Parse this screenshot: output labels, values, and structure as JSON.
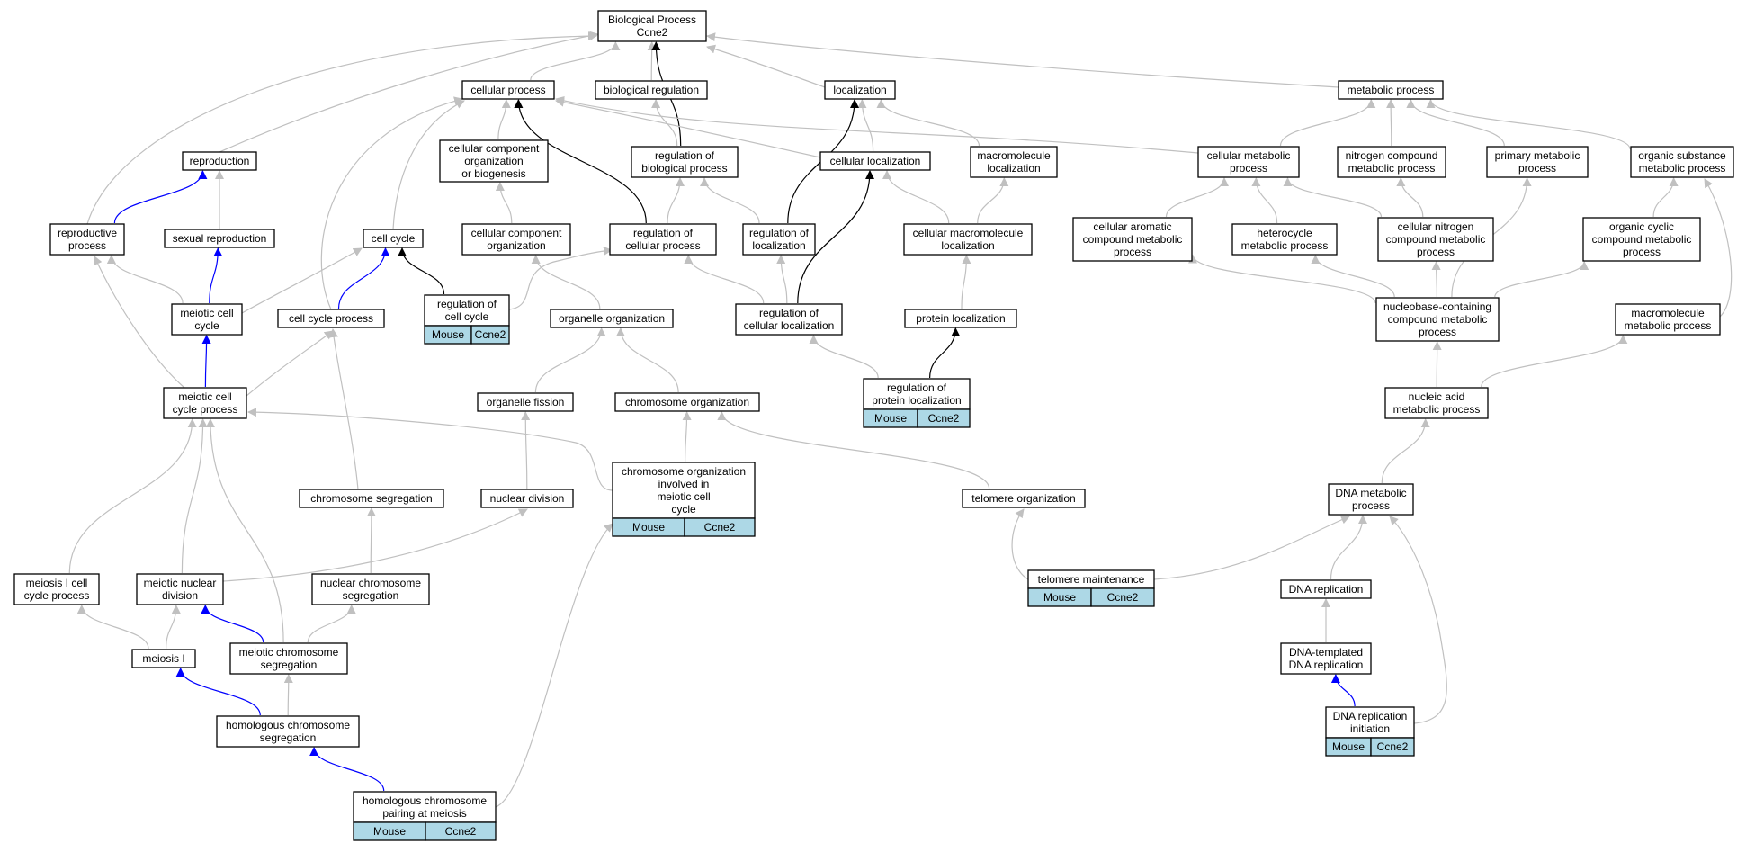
{
  "colors": {
    "edge_is_a": "#c0c0c0",
    "edge_part_of": "#0000ff",
    "edge_regulates": "#000000",
    "annotation_fill": "#add8e6",
    "node_fill": "#ffffff"
  },
  "nodes": [
    {
      "id": "bp",
      "lines": [
        "Biological Process",
        "Ccne2"
      ]
    },
    {
      "id": "cp",
      "lines": [
        "cellular process"
      ]
    },
    {
      "id": "breg",
      "lines": [
        "biological regulation"
      ]
    },
    {
      "id": "loc",
      "lines": [
        "localization"
      ]
    },
    {
      "id": "mp",
      "lines": [
        "metabolic process"
      ]
    },
    {
      "id": "repro",
      "lines": [
        "reproduction"
      ]
    },
    {
      "id": "ccob",
      "lines": [
        "cellular component",
        "organization",
        "or biogenesis"
      ]
    },
    {
      "id": "rbp",
      "lines": [
        "regulation of",
        "biological process"
      ]
    },
    {
      "id": "cloc",
      "lines": [
        "cellular localization"
      ]
    },
    {
      "id": "mloc",
      "lines": [
        "macromolecule",
        "localization"
      ]
    },
    {
      "id": "cmp",
      "lines": [
        "cellular metabolic",
        "process"
      ]
    },
    {
      "id": "ncmp",
      "lines": [
        "nitrogen compound",
        "metabolic process"
      ]
    },
    {
      "id": "pmp",
      "lines": [
        "primary metabolic",
        "process"
      ]
    },
    {
      "id": "osmp",
      "lines": [
        "organic substance",
        "metabolic process"
      ]
    },
    {
      "id": "rp",
      "lines": [
        "reproductive",
        "process"
      ]
    },
    {
      "id": "sr",
      "lines": [
        "sexual reproduction"
      ]
    },
    {
      "id": "cc",
      "lines": [
        "cell cycle"
      ]
    },
    {
      "id": "cco",
      "lines": [
        "cellular component",
        "organization"
      ]
    },
    {
      "id": "rcp",
      "lines": [
        "regulation of",
        "cellular process"
      ]
    },
    {
      "id": "rloc",
      "lines": [
        "regulation of",
        "localization"
      ]
    },
    {
      "id": "cmloc",
      "lines": [
        "cellular macromolecule",
        "localization"
      ]
    },
    {
      "id": "cacmp",
      "lines": [
        "cellular aromatic",
        "compound metabolic",
        "process"
      ]
    },
    {
      "id": "hmp",
      "lines": [
        "heterocycle",
        "metabolic process"
      ]
    },
    {
      "id": "cncmp",
      "lines": [
        "cellular nitrogen",
        "compound metabolic",
        "process"
      ]
    },
    {
      "id": "occmp",
      "lines": [
        "organic cyclic",
        "compound metabolic",
        "process"
      ]
    },
    {
      "id": "mcc",
      "lines": [
        "meiotic cell",
        "cycle"
      ]
    },
    {
      "id": "ccp",
      "lines": [
        "cell cycle process"
      ]
    },
    {
      "id": "rcc",
      "lines": [
        "regulation of",
        "cell cycle"
      ],
      "tags": [
        "Mouse",
        "Ccne2"
      ]
    },
    {
      "id": "oo",
      "lines": [
        "organelle organization"
      ]
    },
    {
      "id": "rcloc",
      "lines": [
        "regulation of",
        "cellular localization"
      ]
    },
    {
      "id": "ploc",
      "lines": [
        "protein localization"
      ]
    },
    {
      "id": "nccmp",
      "lines": [
        "nucleobase-containing",
        "compound metabolic",
        "process"
      ]
    },
    {
      "id": "macmp",
      "lines": [
        "macromolecule",
        "metabolic process"
      ]
    },
    {
      "id": "mccp",
      "lines": [
        "meiotic cell",
        "cycle process"
      ]
    },
    {
      "id": "of",
      "lines": [
        "organelle fission"
      ]
    },
    {
      "id": "co",
      "lines": [
        "chromosome organization"
      ]
    },
    {
      "id": "rploc",
      "lines": [
        "regulation of",
        "protein localization"
      ],
      "tags": [
        "Mouse",
        "Ccne2"
      ]
    },
    {
      "id": "namp",
      "lines": [
        "nucleic acid",
        "metabolic process"
      ]
    },
    {
      "id": "coimcc",
      "lines": [
        "chromosome organization",
        "involved in",
        "meiotic cell",
        "cycle"
      ],
      "tags": [
        "Mouse",
        "Ccne2"
      ]
    },
    {
      "id": "cs",
      "lines": [
        "chromosome segregation"
      ]
    },
    {
      "id": "nd",
      "lines": [
        "nuclear division"
      ]
    },
    {
      "id": "to",
      "lines": [
        "telomere organization"
      ]
    },
    {
      "id": "dnamp",
      "lines": [
        "DNA metabolic",
        "process"
      ]
    },
    {
      "id": "m1ccp",
      "lines": [
        "meiosis I cell",
        "cycle process"
      ]
    },
    {
      "id": "mnd",
      "lines": [
        "meiotic nuclear",
        "division"
      ]
    },
    {
      "id": "ncs",
      "lines": [
        "nuclear chromosome",
        "segregation"
      ]
    },
    {
      "id": "tm",
      "lines": [
        "telomere maintenance"
      ],
      "tags": [
        "Mouse",
        "Ccne2"
      ]
    },
    {
      "id": "dnar",
      "lines": [
        "DNA replication"
      ]
    },
    {
      "id": "m1",
      "lines": [
        "meiosis I"
      ]
    },
    {
      "id": "mcs",
      "lines": [
        "meiotic chromosome",
        "segregation"
      ]
    },
    {
      "id": "dtdr",
      "lines": [
        "DNA-templated",
        "DNA replication"
      ]
    },
    {
      "id": "hcs",
      "lines": [
        "homologous chromosome",
        "segregation"
      ]
    },
    {
      "id": "dri",
      "lines": [
        "DNA replication",
        "initiation"
      ],
      "tags": [
        "Mouse",
        "Ccne2"
      ]
    },
    {
      "id": "hcpm",
      "lines": [
        "homologous chromosome",
        "pairing at meiosis"
      ],
      "tags": [
        "Mouse",
        "Ccne2"
      ]
    }
  ],
  "edges": [
    {
      "from": "cp",
      "to": "bp",
      "type": "is_a"
    },
    {
      "from": "breg",
      "to": "bp",
      "type": "is_a"
    },
    {
      "from": "loc",
      "to": "bp",
      "type": "is_a"
    },
    {
      "from": "mp",
      "to": "bp",
      "type": "is_a"
    },
    {
      "from": "repro",
      "to": "bp",
      "type": "is_a"
    },
    {
      "from": "rp",
      "to": "bp",
      "type": "is_a"
    },
    {
      "from": "rbp",
      "to": "bp",
      "type": "regulates"
    },
    {
      "from": "rbp",
      "to": "breg",
      "type": "is_a"
    },
    {
      "from": "ccob",
      "to": "cp",
      "type": "is_a"
    },
    {
      "from": "cloc",
      "to": "cp",
      "type": "is_a"
    },
    {
      "from": "cloc",
      "to": "loc",
      "type": "is_a"
    },
    {
      "from": "mloc",
      "to": "loc",
      "type": "is_a"
    },
    {
      "from": "cmp",
      "to": "cp",
      "type": "is_a"
    },
    {
      "from": "cmp",
      "to": "mp",
      "type": "is_a"
    },
    {
      "from": "ncmp",
      "to": "mp",
      "type": "is_a"
    },
    {
      "from": "pmp",
      "to": "mp",
      "type": "is_a"
    },
    {
      "from": "osmp",
      "to": "mp",
      "type": "is_a"
    },
    {
      "from": "sr",
      "to": "repro",
      "type": "is_a"
    },
    {
      "from": "rp",
      "to": "repro",
      "type": "part_of"
    },
    {
      "from": "cc",
      "to": "cp",
      "type": "is_a"
    },
    {
      "from": "cco",
      "to": "ccob",
      "type": "is_a"
    },
    {
      "from": "rcp",
      "to": "cp",
      "type": "regulates"
    },
    {
      "from": "rcp",
      "to": "rbp",
      "type": "is_a"
    },
    {
      "from": "rloc",
      "to": "loc",
      "type": "regulates"
    },
    {
      "from": "rloc",
      "to": "rbp",
      "type": "is_a"
    },
    {
      "from": "cmloc",
      "to": "cloc",
      "type": "is_a"
    },
    {
      "from": "cmloc",
      "to": "mloc",
      "type": "is_a"
    },
    {
      "from": "cacmp",
      "to": "cmp",
      "type": "is_a"
    },
    {
      "from": "hmp",
      "to": "cmp",
      "type": "is_a"
    },
    {
      "from": "cncmp",
      "to": "cmp",
      "type": "is_a"
    },
    {
      "from": "cncmp",
      "to": "ncmp",
      "type": "is_a"
    },
    {
      "from": "occmp",
      "to": "osmp",
      "type": "is_a"
    },
    {
      "from": "mcc",
      "to": "rp",
      "type": "is_a"
    },
    {
      "from": "mcc",
      "to": "sr",
      "type": "part_of"
    },
    {
      "from": "mcc",
      "to": "cc",
      "type": "is_a"
    },
    {
      "from": "ccp",
      "to": "cp",
      "type": "is_a"
    },
    {
      "from": "ccp",
      "to": "cc",
      "type": "part_of"
    },
    {
      "from": "rcc",
      "to": "cc",
      "type": "regulates"
    },
    {
      "from": "rcc",
      "to": "rcp",
      "type": "is_a"
    },
    {
      "from": "oo",
      "to": "cco",
      "type": "is_a"
    },
    {
      "from": "rcloc",
      "to": "cloc",
      "type": "regulates"
    },
    {
      "from": "rcloc",
      "to": "rcp",
      "type": "is_a"
    },
    {
      "from": "rcloc",
      "to": "rloc",
      "type": "is_a"
    },
    {
      "from": "ploc",
      "to": "cmloc",
      "type": "is_a"
    },
    {
      "from": "nccmp",
      "to": "cacmp",
      "type": "is_a"
    },
    {
      "from": "nccmp",
      "to": "hmp",
      "type": "is_a"
    },
    {
      "from": "nccmp",
      "to": "cncmp",
      "type": "is_a"
    },
    {
      "from": "nccmp",
      "to": "occmp",
      "type": "is_a"
    },
    {
      "from": "nccmp",
      "to": "pmp",
      "type": "is_a"
    },
    {
      "from": "macmp",
      "to": "osmp",
      "type": "is_a"
    },
    {
      "from": "mccp",
      "to": "rp",
      "type": "is_a"
    },
    {
      "from": "mccp",
      "to": "mcc",
      "type": "part_of"
    },
    {
      "from": "mccp",
      "to": "ccp",
      "type": "is_a"
    },
    {
      "from": "of",
      "to": "oo",
      "type": "is_a"
    },
    {
      "from": "co",
      "to": "oo",
      "type": "is_a"
    },
    {
      "from": "rploc",
      "to": "ploc",
      "type": "regulates"
    },
    {
      "from": "rploc",
      "to": "rcloc",
      "type": "is_a"
    },
    {
      "from": "namp",
      "to": "nccmp",
      "type": "is_a"
    },
    {
      "from": "namp",
      "to": "macmp",
      "type": "is_a"
    },
    {
      "from": "coimcc",
      "to": "co",
      "type": "is_a"
    },
    {
      "from": "coimcc",
      "to": "mccp",
      "type": "is_a"
    },
    {
      "from": "cs",
      "to": "ccp",
      "type": "is_a"
    },
    {
      "from": "nd",
      "to": "of",
      "type": "is_a"
    },
    {
      "from": "to",
      "to": "co",
      "type": "is_a"
    },
    {
      "from": "dnamp",
      "to": "namp",
      "type": "is_a"
    },
    {
      "from": "m1ccp",
      "to": "mccp",
      "type": "is_a"
    },
    {
      "from": "mnd",
      "to": "mccp",
      "type": "is_a"
    },
    {
      "from": "mnd",
      "to": "nd",
      "type": "is_a"
    },
    {
      "from": "ncs",
      "to": "cs",
      "type": "is_a"
    },
    {
      "from": "tm",
      "to": "to",
      "type": "is_a"
    },
    {
      "from": "tm",
      "to": "dnamp",
      "type": "is_a"
    },
    {
      "from": "dnar",
      "to": "dnamp",
      "type": "is_a"
    },
    {
      "from": "m1",
      "to": "m1ccp",
      "type": "is_a"
    },
    {
      "from": "m1",
      "to": "mnd",
      "type": "is_a"
    },
    {
      "from": "mcs",
      "to": "mccp",
      "type": "is_a"
    },
    {
      "from": "mcs",
      "to": "mnd",
      "type": "part_of"
    },
    {
      "from": "mcs",
      "to": "ncs",
      "type": "is_a"
    },
    {
      "from": "dtdr",
      "to": "dnar",
      "type": "is_a"
    },
    {
      "from": "hcs",
      "to": "m1",
      "type": "part_of"
    },
    {
      "from": "hcs",
      "to": "mcs",
      "type": "is_a"
    },
    {
      "from": "dri",
      "to": "dtdr",
      "type": "part_of"
    },
    {
      "from": "dri",
      "to": "dnamp",
      "type": "is_a"
    },
    {
      "from": "hcpm",
      "to": "hcs",
      "type": "part_of"
    },
    {
      "from": "hcpm",
      "to": "coimcc",
      "type": "is_a"
    }
  ]
}
